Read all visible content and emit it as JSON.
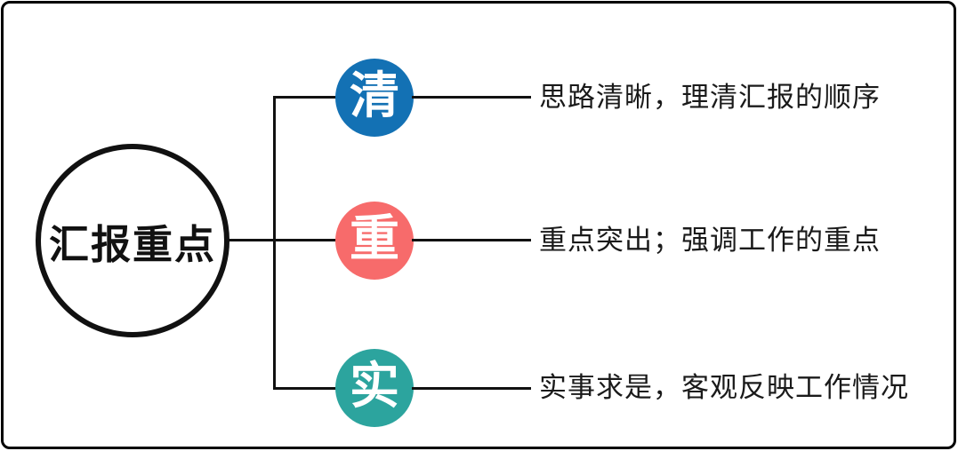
{
  "root": {
    "label": "汇报重点"
  },
  "branches": [
    {
      "char": "清",
      "color": "#1371b4",
      "text": "思路清晰，理清汇报的顺序"
    },
    {
      "char": "重",
      "color": "#f76b6b",
      "text": "重点突出；强调工作的重点"
    },
    {
      "char": "实",
      "color": "#2ca49e",
      "text": "实事求是，客观反映工作情况"
    }
  ],
  "colors": {
    "background": "#ffffff",
    "frame_border": "#000000",
    "line": "#111111",
    "root_border": "#111111",
    "root_text": "#111111",
    "node_char": "#ffffff",
    "branch_text": "#1a1a1a"
  }
}
